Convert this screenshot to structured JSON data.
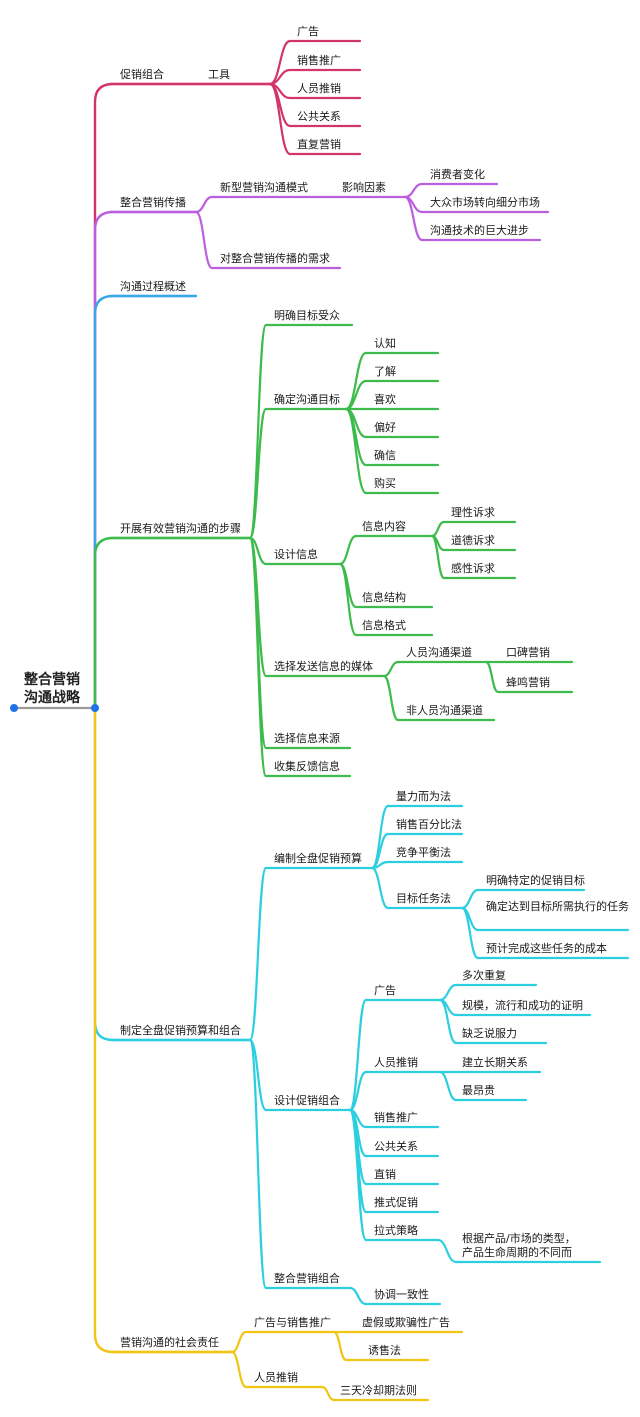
{
  "root": {
    "title_line1": "整合营销",
    "title_line2": "沟通战略"
  },
  "colors": {
    "magenta": "#D1356B",
    "purple": "#BB5FE0",
    "blue": "#3AA7EA",
    "green": "#3DBB4C",
    "cyan": "#2BCFE0",
    "yellow": "#F2C514",
    "root": "#1E72E8"
  },
  "branches": {
    "promo_mix": {
      "label": "促销组合",
      "tools": {
        "label": "工具",
        "items": [
          "广告",
          "销售推广",
          "人员推销",
          "公共关系",
          "直复营销"
        ]
      }
    },
    "imc": {
      "label": "整合营销传播",
      "new_model": {
        "label": "新型营销沟通模式",
        "factors": {
          "label": "影响因素",
          "items": [
            "消费者变化",
            "大众市场转向细分市场",
            "沟通技术的巨大进步"
          ]
        }
      },
      "need": "对整合营销传播的需求"
    },
    "process": {
      "label": "沟通过程概述"
    },
    "steps": {
      "label": "开展有效营销沟通的步骤",
      "audience": "明确目标受众",
      "objectives": {
        "label": "确定沟通目标",
        "items": [
          "认知",
          "了解",
          "喜欢",
          "偏好",
          "确信",
          "购买"
        ]
      },
      "message": {
        "label": "设计信息",
        "content": {
          "label": "信息内容",
          "items": [
            "理性诉求",
            "道德诉求",
            "感性诉求"
          ]
        },
        "structure": "信息结构",
        "format": "信息格式"
      },
      "media": {
        "label": "选择发送信息的媒体",
        "personal": {
          "label": "人员沟通渠道",
          "items": [
            "口碑营销",
            "蜂鸣营销"
          ]
        },
        "nonpersonal": "非人员沟通渠道"
      },
      "source": "选择信息来源",
      "feedback": "收集反馈信息"
    },
    "budget": {
      "label": "制定全盘促销预算和组合",
      "set_budget": {
        "label": "编制全盘促销预算",
        "methods": [
          "量力而为法",
          "销售百分比法",
          "竞争平衡法"
        ],
        "objective_task": {
          "label": "目标任务法",
          "items": [
            "明确特定的促销目标",
            "确定达到目标所需执行的任务",
            "预计完成这些任务的成本"
          ]
        }
      },
      "design_mix": {
        "label": "设计促销组合",
        "advertising": {
          "label": "广告",
          "items": [
            "多次重复",
            "规模，流行和成功的证明",
            "缺乏说服力"
          ]
        },
        "personal_selling": {
          "label": "人员推销",
          "items": [
            "建立长期关系",
            "最昂贵"
          ]
        },
        "sales_promotion": "销售推广",
        "public_relations": "公共关系",
        "direct": "直销",
        "push": "推式促销",
        "pull": "拉式策略",
        "note": "根据产品/市场的类型，产品生命周期的不同而不同"
      },
      "integrate": {
        "label": "整合营销组合",
        "child": "协调一致性"
      }
    },
    "social": {
      "label": "营销沟通的社会责任",
      "ads_promo": {
        "label": "广告与销售推广",
        "items": [
          "虚假或欺骗性广告",
          "诱售法"
        ]
      },
      "personal": {
        "label": "人员推销",
        "items": [
          "三天冷却期法则"
        ]
      }
    }
  }
}
